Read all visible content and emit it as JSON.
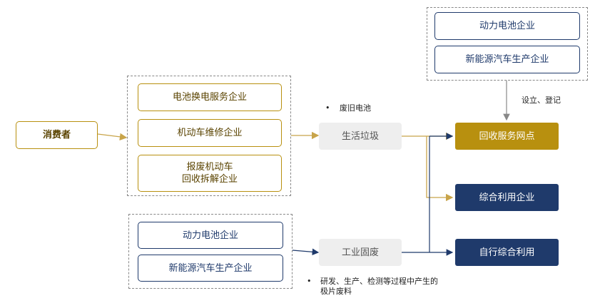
{
  "consumer": "消费者",
  "collectors": {
    "battery_swap": "电池换电服务企业",
    "motor_repair": "机动车维修企业",
    "scrap_recycle": "报废机动车\n回收拆解企业"
  },
  "industrial": {
    "battery_makers": "动力电池企业",
    "nev_makers": "新能源汽车生产企业"
  },
  "top": {
    "battery_makers": "动力电池企业",
    "nev_makers": "新能源汽车生产企业"
  },
  "flows": {
    "household_waste": "生活垃圾",
    "industrial_waste": "工业固废",
    "setup_label": "设立、登记"
  },
  "destinations": {
    "service_outlet": "回收服务网点",
    "comprehensive": "综合利用企业",
    "self_use": "自行综合利用"
  },
  "notes": {
    "used_battery": "废旧电池",
    "process_scrap": "研发、生产、检测等过程中产生的\n极片废料"
  },
  "colors": {
    "gold": "#b8900f",
    "navy": "#1f3a6b",
    "gray": "#eeeeee"
  }
}
